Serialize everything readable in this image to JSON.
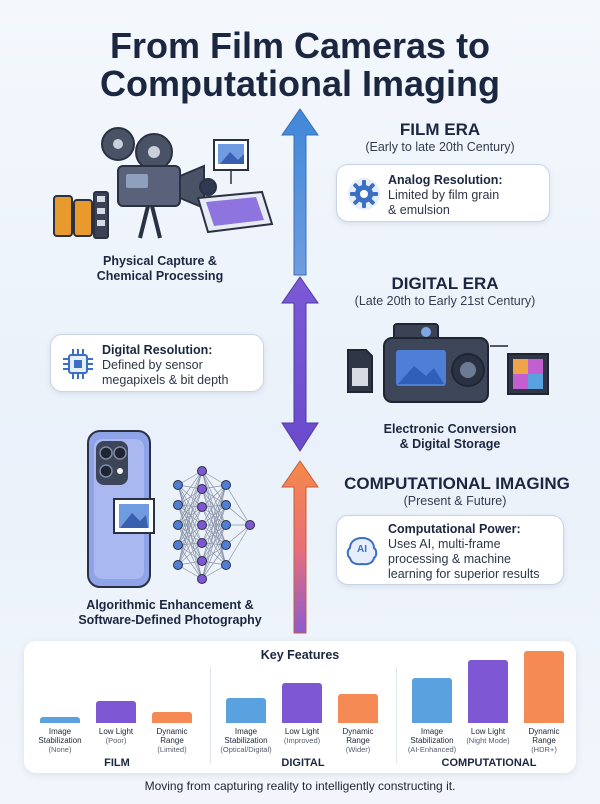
{
  "title": {
    "line1": "From Film Cameras to",
    "line2": "Computational Imaging"
  },
  "eras": [
    {
      "title": "FILM ERA",
      "subtitle": "(Early to late 20th Century)",
      "callout": {
        "title": "Analog Resolution:",
        "line1": "Limited by film grain",
        "line2": "& emulsion",
        "icon": "gear-icon"
      },
      "caption": {
        "line1": "Physical Capture &",
        "line2": "Chemical Processing"
      },
      "color": "#4a8fd8"
    },
    {
      "title": "DIGITAL ERA",
      "subtitle": "(Late 20th to Early 21st Century)",
      "callout": {
        "title": "Digital Resolution:",
        "line1": "Defined by sensor",
        "line2": "megapixels & bit depth",
        "icon": "chip-icon"
      },
      "caption": {
        "line1": "Electronic Conversion",
        "line2": "& Digital Storage"
      },
      "color": "#7a55d2"
    },
    {
      "title": "COMPUTATIONAL IMAGING",
      "subtitle": "(Present & Future)",
      "callout": {
        "title": "Computational Power:",
        "line1": "Uses AI, multi-frame",
        "line2": "processing & machine",
        "line3": "learning for superior results",
        "icon": "ai-brain-icon",
        "icon_text": "AI"
      },
      "caption": {
        "line1": "Algorithmic Enhancement &",
        "line2": "Software-Defined Photography"
      },
      "color": "#f2874a"
    }
  ],
  "features": {
    "title": "Key Features",
    "groups": [
      {
        "name": "FILM",
        "bars": [
          {
            "label": "Image",
            "label2": "Stabilization",
            "qual": "(None)",
            "level": 0.08,
            "color": "#5aa2df"
          },
          {
            "label": "Low Light",
            "label2": "",
            "qual": "(Poor)",
            "level": 0.3,
            "color": "#7d57d4"
          },
          {
            "label": "Dynamic",
            "label2": "Range",
            "qual": "(Limited)",
            "level": 0.15,
            "color": "#f58a55"
          }
        ]
      },
      {
        "name": "DIGITAL",
        "bars": [
          {
            "label": "Image",
            "label2": "Stabilization",
            "qual": "(Optical/Digital)",
            "level": 0.35,
            "color": "#5aa2df"
          },
          {
            "label": "Low Light",
            "label2": "",
            "qual": "(Improved)",
            "level": 0.56,
            "color": "#7d57d4"
          },
          {
            "label": "Dynamic",
            "label2": "Range",
            "qual": "(Wider)",
            "level": 0.4,
            "color": "#f58a55"
          }
        ]
      },
      {
        "name": "COMPUTATIONAL",
        "bars": [
          {
            "label": "Image",
            "label2": "Stabilization",
            "qual": "(AI-Enhanced)",
            "level": 0.62,
            "color": "#5aa2df"
          },
          {
            "label": "Low Light",
            "label2": "",
            "qual": "(Night Mode)",
            "level": 0.88,
            "color": "#7d57d4"
          },
          {
            "label": "Dynamic",
            "label2": "Range",
            "qual": "(HDR+)",
            "level": 1.0,
            "color": "#f58a55"
          }
        ]
      }
    ]
  },
  "footer": "Moving from capturing reality to intelligently constructing it."
}
